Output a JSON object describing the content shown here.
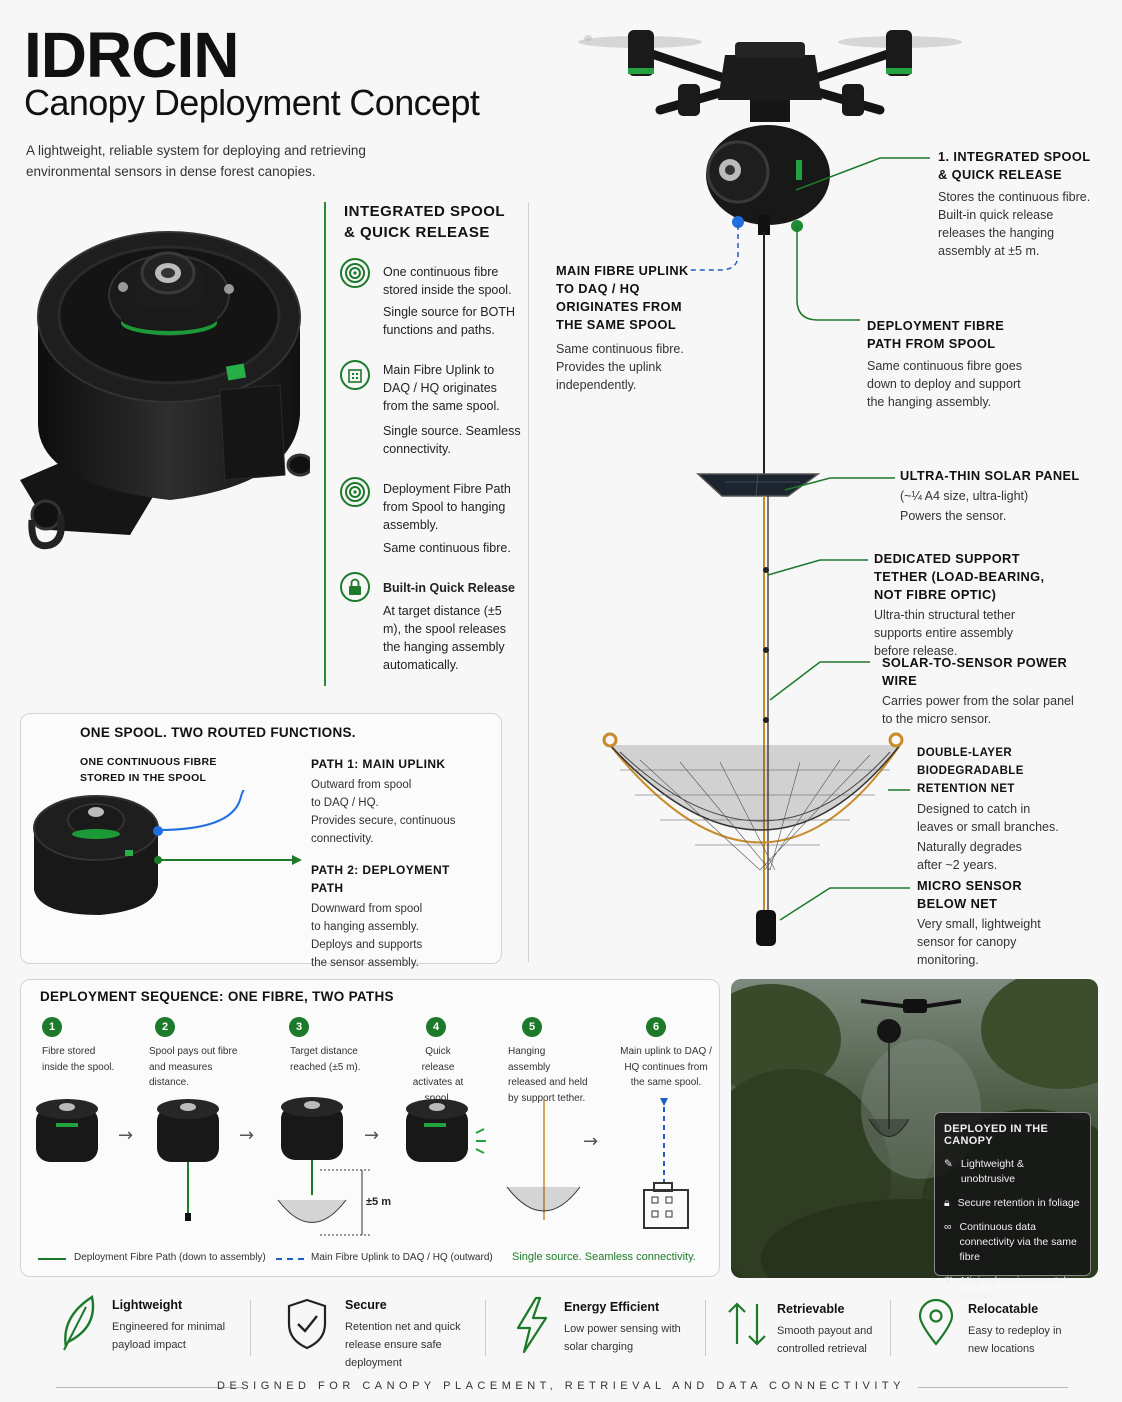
{
  "header": {
    "title": "IDRCIN",
    "subtitle": "Canopy Deployment Concept",
    "intro": "A lightweight, reliable system for deploying and retrieving environmental sensors in dense forest canopies."
  },
  "features": {
    "title_line1": "INTEGRATED SPOOL",
    "title_line2": "& QUICK RELEASE",
    "items": [
      {
        "icon": "concentric-circles-icon",
        "text": "One continuous fibre stored inside the spool.",
        "green": "Single source for BOTH functions and paths."
      },
      {
        "icon": "building-icon",
        "text": "Main Fibre Uplink to DAQ / HQ originates from the same spool.",
        "green": "Single source. Seamless connectivity."
      },
      {
        "icon": "concentric-circles-icon",
        "text": "Deployment Fibre Path from Spool to hanging assembly.",
        "green": "Same continuous fibre."
      },
      {
        "icon": "lock-icon",
        "text": "Built-in Quick Release",
        "body": "At target distance (±5 m), the spool releases the hanging assembly automatically."
      }
    ]
  },
  "callouts": {
    "spool": {
      "heading": "1. INTEGRATED SPOOL & QUICK RELEASE",
      "body": "Stores the continuous fibre. Built-in quick release releases the hanging assembly at ±5 m."
    },
    "uplink": {
      "heading": "MAIN FIBRE UPLINK TO DAQ / HQ ORIGINATES FROM THE SAME SPOOL",
      "body": "Same continuous fibre. Provides the uplink independently."
    },
    "deploy": {
      "heading": "DEPLOYMENT FIBRE PATH FROM SPOOL",
      "body": "Same continuous fibre goes down to deploy and support the hanging assembly."
    },
    "solar": {
      "heading": "ULTRA-THIN SOLAR PANEL",
      "body": "(~¼ A4 size, ultra-light)",
      "green": "Powers the sensor."
    },
    "tether": {
      "heading": "DEDICATED SUPPORT TETHER (LOAD-BEARING, NOT FIBRE OPTIC)",
      "body": "Ultra-thin structural tether supports entire assembly before release."
    },
    "wire": {
      "heading": "SOLAR-TO-SENSOR POWER WIRE",
      "body": "Carries power from the solar panel to the micro sensor."
    },
    "net": {
      "heading": "DOUBLE-LAYER BIODEGRADABLE RETENTION NET",
      "body": "Designed to catch in leaves or small branches.",
      "green": "Naturally degrades after ~2 years."
    },
    "sensor": {
      "heading": "MICRO SENSOR BELOW NET",
      "body": "Very small, lightweight sensor for canopy monitoring."
    }
  },
  "routed": {
    "title": "ONE SPOOL. TWO ROUTED FUNCTIONS.",
    "stored_label": "ONE CONTINUOUS FIBRE STORED IN THE SPOOL",
    "path1_title": "PATH 1: MAIN UPLINK",
    "path1_body": "Outward from spool to DAQ / HQ.",
    "path1_green": "Provides secure, continuous connectivity.",
    "path2_title": "PATH 2: DEPLOYMENT PATH",
    "path2_body": "Downward from spool to hanging assembly.",
    "path2_green": "Deploys and supports the sensor assembly."
  },
  "sequence": {
    "title": "DEPLOYMENT SEQUENCE: ONE FIBRE, TWO PATHS",
    "steps": [
      {
        "num": "1",
        "text": "Fibre stored inside the spool."
      },
      {
        "num": "2",
        "text": "Spool pays out fibre and measures distance."
      },
      {
        "num": "3",
        "text": "Target distance reached (±5 m)."
      },
      {
        "num": "4",
        "text": "Quick release activates at spool."
      },
      {
        "num": "5",
        "text": "Hanging assembly released and held by support tether."
      },
      {
        "num": "6",
        "text": "Main uplink to DAQ / HQ continues from the same spool."
      }
    ],
    "distance_label": "±5 m",
    "legend_deploy": "Deployment Fibre Path (down to assembly)",
    "legend_uplink": "Main Fibre Uplink to DAQ / HQ (outward)",
    "legend_green": "Single source. Seamless connectivity."
  },
  "canopy": {
    "title": "DEPLOYED IN THE CANOPY",
    "items": [
      {
        "icon": "feather-icon",
        "text": "Lightweight & unobtrusive"
      },
      {
        "icon": "lock-icon",
        "text": "Secure retention in foliage"
      },
      {
        "icon": "link-icon",
        "text": "Continuous data connectivity via the same fibre"
      },
      {
        "icon": "leaf-icon",
        "text": "Minimal environmental impact"
      }
    ]
  },
  "benefits": [
    {
      "icon": "leaf-icon",
      "title": "Lightweight",
      "text": "Engineered for minimal payload impact"
    },
    {
      "icon": "shield-check-icon",
      "title": "Secure",
      "text": "Retention net and quick release ensure safe deployment"
    },
    {
      "icon": "bolt-icon",
      "title": "Energy Efficient",
      "text": "Low power sensing with solar charging"
    },
    {
      "icon": "up-down-arrows-icon",
      "title": "Retrievable",
      "text": "Smooth payout and controlled retrieval"
    },
    {
      "icon": "location-pin-icon",
      "title": "Relocatable",
      "text": "Easy to redeploy in new locations"
    }
  ],
  "footer": "DESIGNED FOR CANOPY PLACEMENT, RETRIEVAL AND DATA CONNECTIVITY",
  "colors": {
    "accent_green": "#1d7a2a",
    "accent_blue": "#1f5fc4",
    "hardware": "#1b1b1b",
    "tether": "#c98a2a"
  }
}
